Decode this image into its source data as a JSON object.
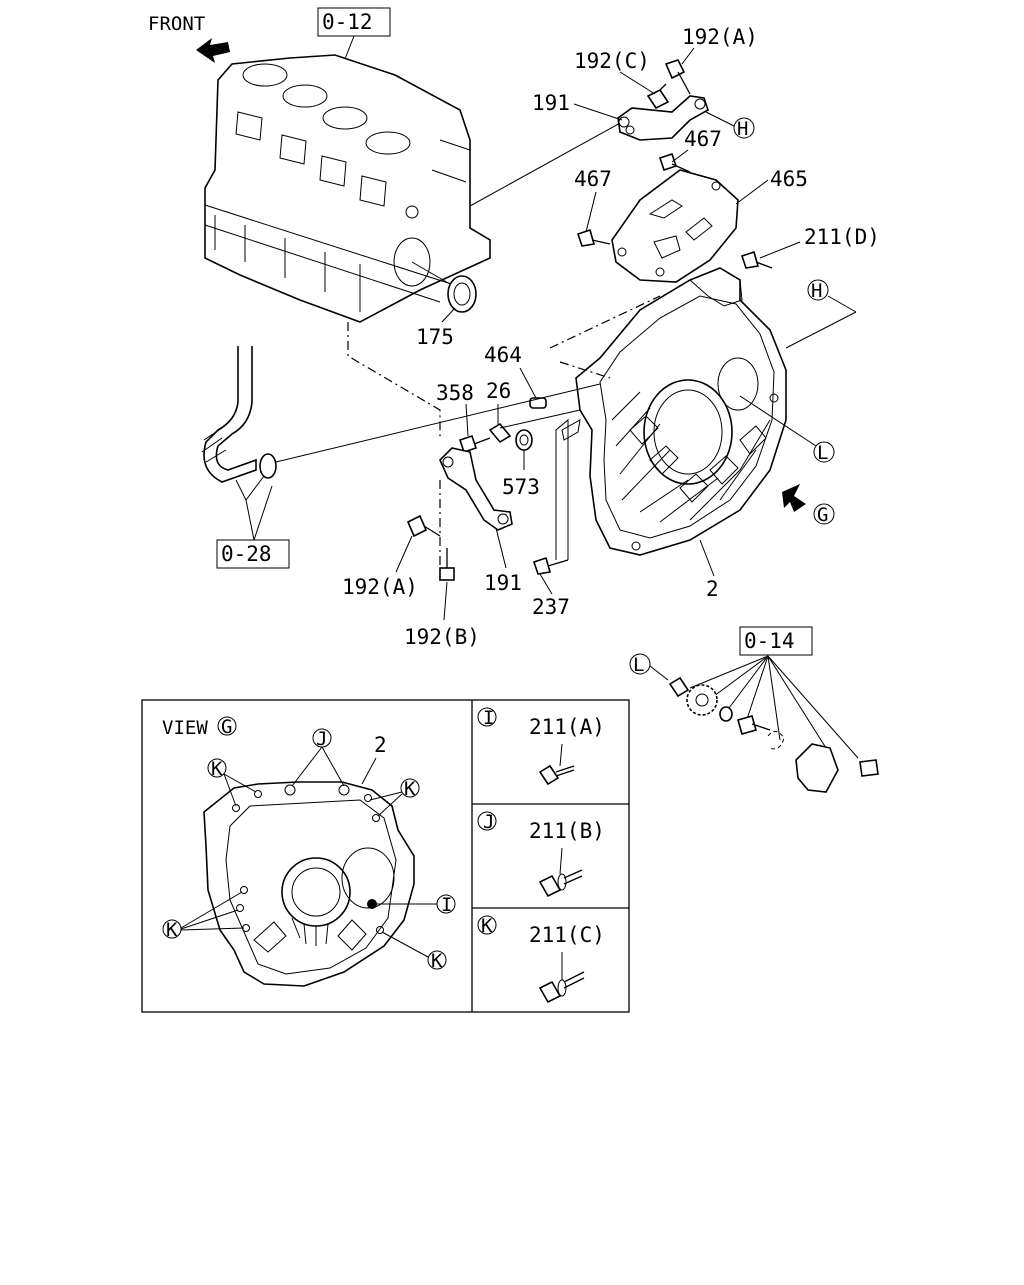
{
  "diagram": {
    "front_label": "FRONT",
    "refs": {
      "block": "0-12",
      "hose": "0-28",
      "gear": "0-14"
    },
    "callouts": {
      "c192a_top": "192(A)",
      "c192c": "192(C)",
      "c191_top": "191",
      "c467_a": "467",
      "c467_b": "467",
      "c465": "465",
      "c211d": "211(D)",
      "c175": "175",
      "c464": "464",
      "c358": "358",
      "c26": "26",
      "c573": "573",
      "c192a_bottom": "192(A)",
      "c191_bottom": "191",
      "c237": "237",
      "c192b": "192(B)",
      "c2_main": "2"
    },
    "circled": {
      "H_a": "H",
      "H_b": "H",
      "L_a": "L",
      "L_b": "L",
      "G_a": "G"
    },
    "view_panel": {
      "title": "VIEW",
      "view_letter": "G",
      "part_no": "2",
      "circ_J": "J",
      "circ_K1": "K",
      "circ_K2": "K",
      "circ_K3": "K",
      "circ_K4": "K",
      "circ_I": "I"
    },
    "fastener_panels": [
      {
        "letter": "I",
        "label": "211(A)"
      },
      {
        "letter": "J",
        "label": "211(B)"
      },
      {
        "letter": "K",
        "label": "211(C)"
      }
    ]
  }
}
